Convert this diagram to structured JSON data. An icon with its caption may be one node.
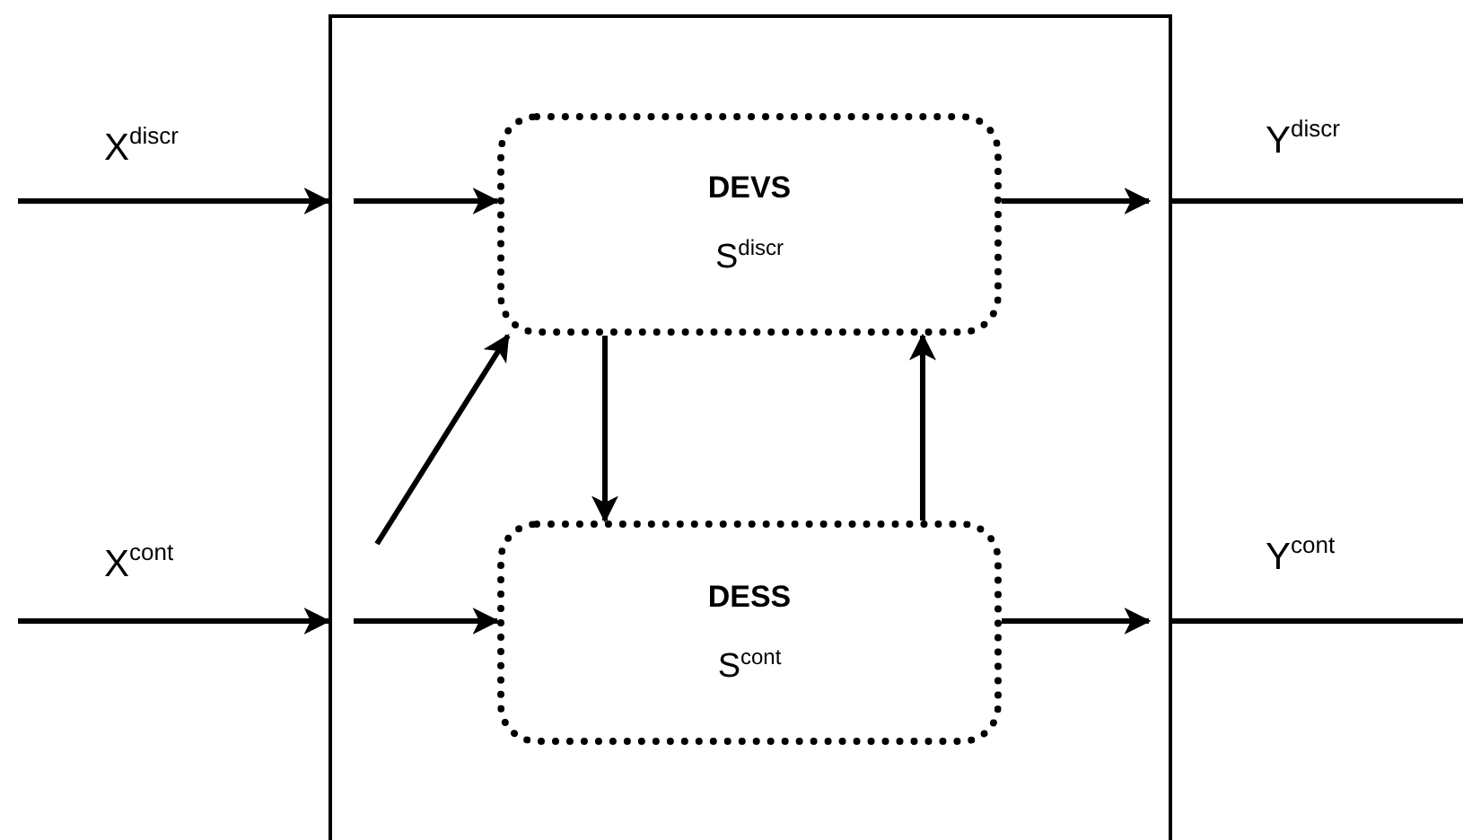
{
  "diagram": {
    "nodes": [
      {
        "text": [],
        "shape": "box"
      },
      {
        "text": [
          "DEVS",
          "S$^{discr}$"
        ],
        "in": 0
      },
      {
        "text": [
          "DESS",
          "S$^{cont}$"
        ],
        "in": 0
      }
    ],
    "edges": [
      {
        "from": null,
        "to": 0,
        "arrow": "to",
        "label": "X$^{discr}$"
      },
      {
        "from": null,
        "to": 1,
        "arrow": "to"
      },
      {
        "from": null,
        "to": 0,
        "arrow": "to",
        "label": "X$^{cont}$"
      },
      {
        "from": null,
        "to": 2,
        "arrow": "to"
      },
      {
        "from": null,
        "to": 1,
        "arrow": "to"
      },
      {
        "from": 1,
        "to": 2,
        "arrow": "to"
      },
      {
        "from": 2,
        "to": 1,
        "arrow": "to"
      },
      {
        "from": 1,
        "to": null,
        "arrow": "to"
      },
      {
        "from": 2,
        "to": null,
        "arrow": "to"
      },
      {
        "from": 0,
        "to": null,
        "arrow": "none",
        "label": "Y$^{discr}$"
      },
      {
        "from": 0,
        "to": null,
        "arrow": "none",
        "label": "Y$^{cont}$"
      }
    ]
  }
}
